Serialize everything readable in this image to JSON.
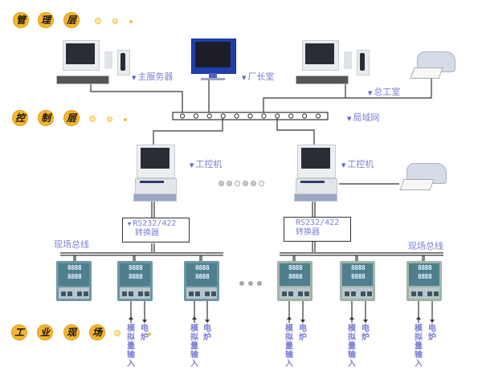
{
  "layers": {
    "management": {
      "chars": [
        "管",
        "理",
        "层"
      ]
    },
    "control": {
      "chars": [
        "控",
        "制",
        "层"
      ]
    },
    "field": {
      "chars": [
        "工",
        "业",
        "现",
        "场"
      ]
    }
  },
  "management_nodes": {
    "main_server": "主服务器",
    "factory_director": "厂长室",
    "chief_engineer": "总工室"
  },
  "network": {
    "lan_label": "局域网",
    "hub_ports": 11
  },
  "control_nodes": {
    "ipc_left": "工控机",
    "ipc_right": "工控机"
  },
  "converters": {
    "left": {
      "line1": "RS232/422",
      "line2": "转换器"
    },
    "right": {
      "line1": "RS232/422",
      "line2": "转换器"
    }
  },
  "fieldbus": {
    "left_label": "现场总线",
    "right_label": "现场总线"
  },
  "controllers": {
    "display_top": "8888",
    "display_bottom": "8888"
  },
  "io_labels": {
    "analog_input": "模拟量输入",
    "furnace": "电炉"
  },
  "colors": {
    "badge": "#f2b630",
    "label_text": "#7c7fd6",
    "line": "#333333",
    "controller_left": "#6f96a4",
    "controller_right": "#9fb4a8",
    "monitor_blue": "#1f3fb0"
  }
}
